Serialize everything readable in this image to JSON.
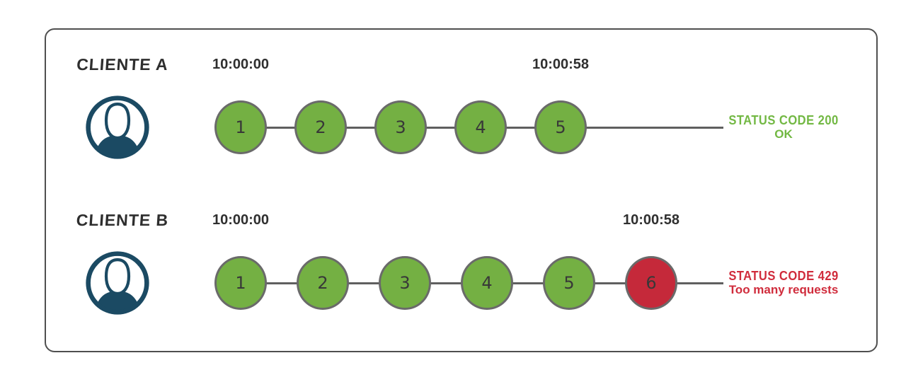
{
  "colors": {
    "request_ok": "#74b043",
    "request_blocked": "#c5293a",
    "status_ok_text": "#72b843",
    "status_error_text": "#d02c3c",
    "avatar_navy": "#1b4a63",
    "stroke_gray": "#5f5f5f"
  },
  "rows": [
    {
      "client": "CLIENTE A",
      "start_time": "10:00:00",
      "end_time": "10:00:58",
      "requests": [
        {
          "label": "1",
          "status": "ok"
        },
        {
          "label": "2",
          "status": "ok"
        },
        {
          "label": "3",
          "status": "ok"
        },
        {
          "label": "4",
          "status": "ok"
        },
        {
          "label": "5",
          "status": "ok"
        }
      ],
      "status_code_text": "STATUS CODE 200",
      "status_message": "OK"
    },
    {
      "client": "CLIENTE B",
      "start_time": "10:00:00",
      "end_time": "10:00:58",
      "requests": [
        {
          "label": "1",
          "status": "ok"
        },
        {
          "label": "2",
          "status": "ok"
        },
        {
          "label": "3",
          "status": "ok"
        },
        {
          "label": "4",
          "status": "ok"
        },
        {
          "label": "5",
          "status": "ok"
        },
        {
          "label": "6",
          "status": "rate-limited"
        }
      ],
      "status_code_text": "STATUS CODE 429",
      "status_message": "Too many requests"
    }
  ]
}
